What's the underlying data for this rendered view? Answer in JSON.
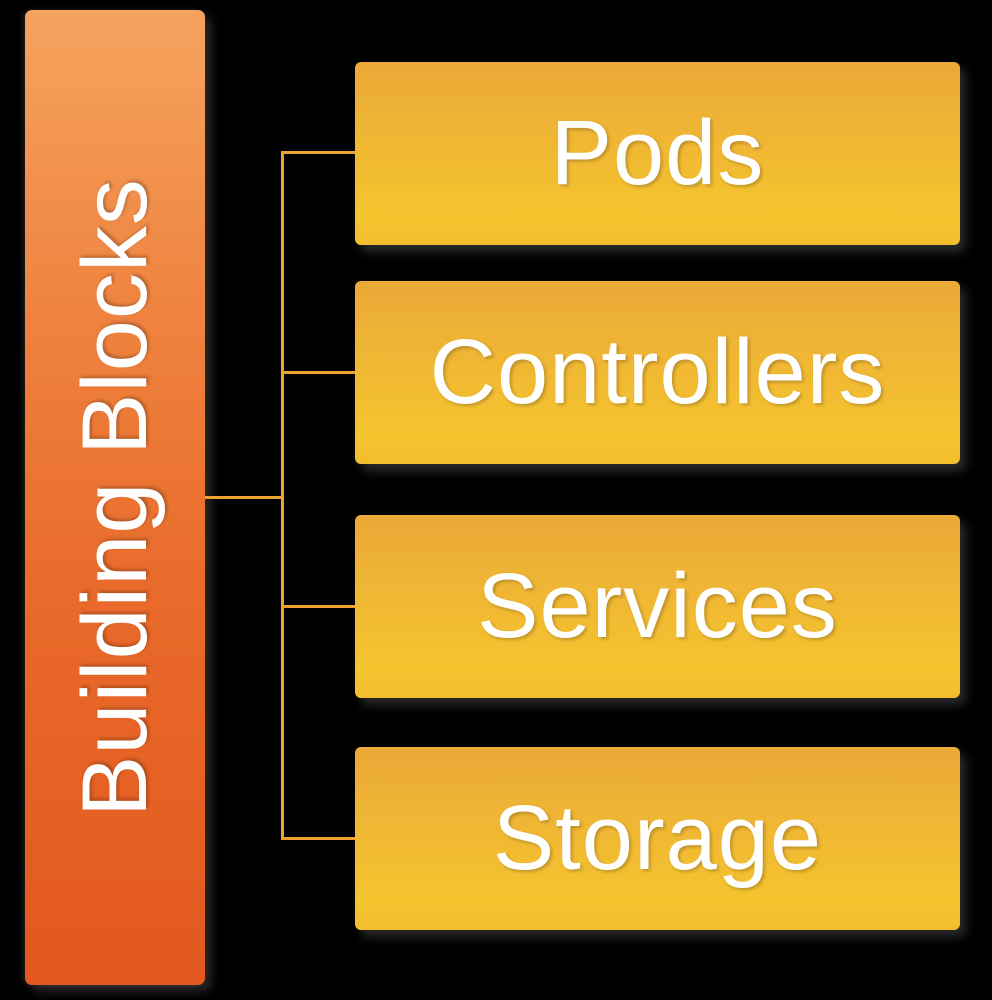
{
  "diagram": {
    "type": "hierarchy",
    "root": {
      "label": "Building Blocks"
    },
    "children": [
      {
        "label": "Pods"
      },
      {
        "label": "Controllers"
      },
      {
        "label": "Services"
      },
      {
        "label": "Storage"
      }
    ],
    "colors": {
      "background": "#000000",
      "root_gradient_top": "#F5A35F",
      "root_gradient_bottom": "#E2581E",
      "child_gradient_top": "#EAA938",
      "child_gradient_bottom": "#F5C52F",
      "connector": "#EDA32F",
      "text": "#FFFFFF"
    }
  }
}
